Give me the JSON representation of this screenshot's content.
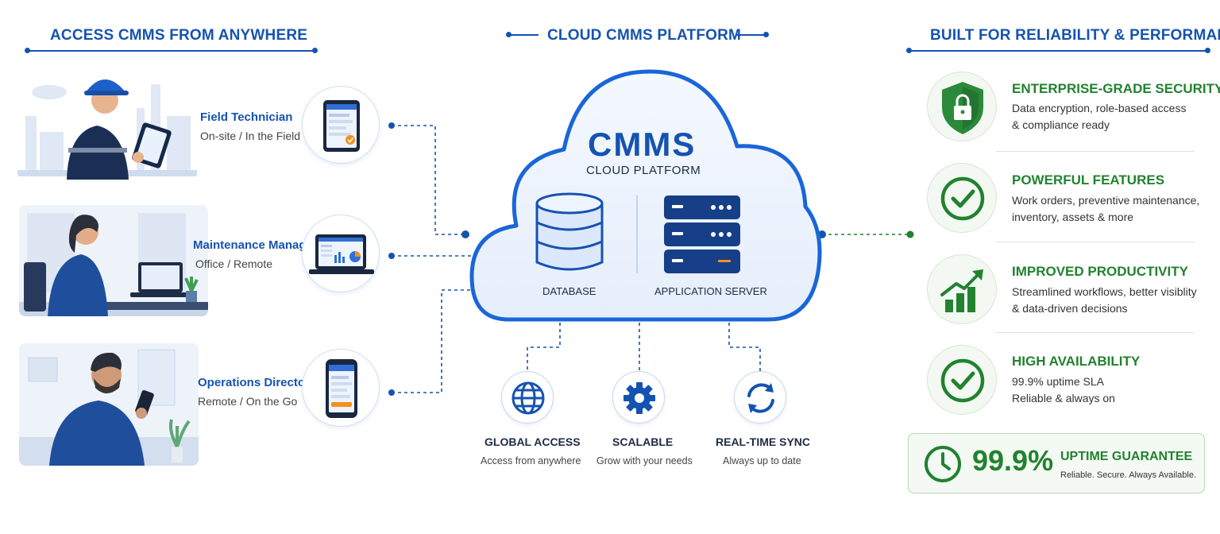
{
  "headers": {
    "left": "ACCESS CMMS FROM ANYWHERE",
    "center": "CLOUD CMMS PLATFORM",
    "right": "BUILT FOR RELIABILITY & PERFORMANCE"
  },
  "roles": [
    {
      "name": "Field Technician",
      "sub": "On-site / In the Field",
      "device": "tablet"
    },
    {
      "name": "Maintenance Manager",
      "sub": "Office / Remote",
      "device": "laptop"
    },
    {
      "name": "Operations Director",
      "sub": "Remote / On the Go",
      "device": "phone"
    }
  ],
  "platform": {
    "title": "CMMS",
    "subtitle": "CLOUD PLATFORM",
    "components": [
      {
        "label": "DATABASE",
        "icon": "database-icon"
      },
      {
        "label": "APPLICATION SERVER",
        "icon": "server-icon"
      }
    ]
  },
  "features": [
    {
      "title": "GLOBAL ACCESS",
      "sub": "Access from anywhere",
      "icon": "globe-icon"
    },
    {
      "title": "SCALABLE",
      "sub": "Grow with your needs",
      "icon": "gear-icon"
    },
    {
      "title": "REAL-TIME SYNC",
      "sub": "Always up to date",
      "icon": "sync-icon"
    }
  ],
  "reliability": [
    {
      "title": "ENTERPRISE-GRADE SECURITY",
      "line1": "Data encryption, role-based access",
      "line2": "& compliance ready",
      "icon": "shield-lock-icon"
    },
    {
      "title": "POWERFUL FEATURES",
      "line1": "Work orders, preventive maintenance,",
      "line2": "inventory, assets & more",
      "icon": "check-circle-icon"
    },
    {
      "title": "IMPROVED PRODUCTIVITY",
      "line1": "Streamlined workflows, better visiblity",
      "line2": "& data-driven decisions",
      "icon": "growth-chart-icon"
    },
    {
      "title": "HIGH AVAILABILITY",
      "line1": "99.9% uptime SLA",
      "line2": "Reliable & always on",
      "icon": "check-circle-icon"
    }
  ],
  "uptime": {
    "value": "99.9%",
    "title": "UPTIME GUARANTEE",
    "sub": "Reliable. Secure. Always Available."
  },
  "colors": {
    "primary_blue": "#1553b0",
    "accent_green": "#21822f",
    "accent_orange": "#f5901e"
  }
}
